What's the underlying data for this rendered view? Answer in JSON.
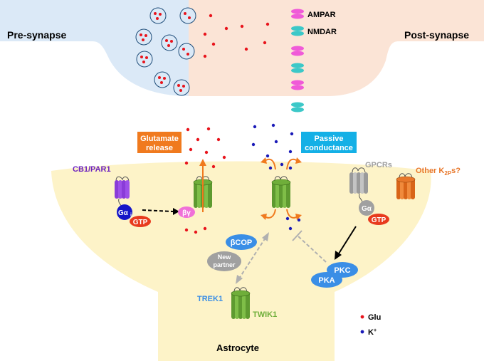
{
  "labels": {
    "pre_synapse": "Pre-synapse",
    "post_synapse": "Post-synapse",
    "ampar": "AMPAR",
    "nmdar": "NMDAR",
    "glutamate_release_line1": "Glutamate",
    "glutamate_release_line2": "release",
    "passive_conductance_line1": "Passive",
    "passive_conductance_line2": "conductance",
    "cb1_par1": "CB1/PAR1",
    "g_alpha_i": "Gα",
    "g_alpha_i_sub": "i",
    "gtp_left": "GTP",
    "beta_gamma": "βγ",
    "gpcrs": "GPCRs",
    "other_k2ps_main": "Other K",
    "other_k2ps_sub": "2P",
    "other_k2ps_suffix": "s?",
    "g_alpha_right": "Gα",
    "gtp_right": "GTP",
    "beta_cop": "βCOP",
    "new_partner_line1": "New",
    "new_partner_line2": "partner",
    "pkc": "PKC",
    "pka": "PKA",
    "trek1": "TREK1",
    "twik1": "TWIK1",
    "astrocyte": "Astrocyte",
    "legend_glu": "Glu",
    "legend_k_main": "K",
    "legend_k_sup": "+"
  },
  "colors": {
    "pre_synapse_fill": "#dbe9f7",
    "post_synapse_fill": "#fbe4d6",
    "astrocyte_fill": "#fdf3c8",
    "glu_dot": "#e8141c",
    "k_dot": "#1a1ab8",
    "glutamate_box": "#f07a1e",
    "passive_box": "#14b0e6",
    "channel_green": "#6fae3a",
    "cb1_purple": "#8a3cd8",
    "gpcr_gray": "#a8a8a8",
    "other_k2p_orange": "#e8772a",
    "galpha_blue": "#1515c8",
    "gtp_red": "#e83a1e",
    "betagamma_pink": "#f070d8",
    "bubble_blue": "#3a8ee6",
    "bubble_gray": "#a0a0a0",
    "ampar_pink": "#f05ad8",
    "nmdar_teal": "#3cc8c8",
    "trek1_text": "#3a8ee6",
    "twik1_text": "#6fae3a",
    "cb1_text": "#6a1fc0",
    "gpcrs_text": "#a0a0a0",
    "other_k2ps_text": "#e8772a"
  }
}
